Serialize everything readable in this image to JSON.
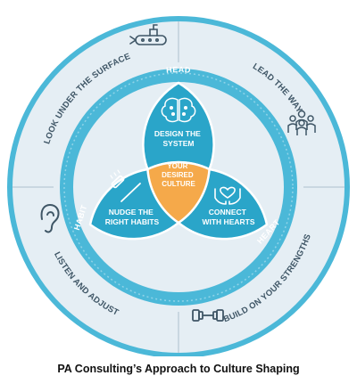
{
  "outer_segments": {
    "top_left": "LOOK UNDER THE SURFACE",
    "top_right": "LEAD THE WAY",
    "bottom_left": "LISTEN AND ADJUST",
    "bottom_right": "BUILD ON YOUR STRENGTHS"
  },
  "ring_labels": {
    "top": "HEAD",
    "left": "HABIT",
    "right": "HEART"
  },
  "petals": {
    "top": [
      "DESIGN THE",
      "SYSTEM"
    ],
    "left": [
      "NUDGE THE",
      "RIGHT HABITS"
    ],
    "right": [
      "CONNECT",
      "WITH HEARTS"
    ]
  },
  "center": [
    "YOUR",
    "DESIRED",
    "CULTURE"
  ],
  "icons": [
    "submarine-icon",
    "team-icon",
    "ear-icon",
    "dumbbell-icon",
    "brain-icon",
    "toothbrush-icon",
    "hands-heart-icon"
  ],
  "colors": {
    "outer_ring": "#e3edf3",
    "blue_ring": "#4bb8d8",
    "petal": "#2aa5c9",
    "center": "#f5a94a",
    "text_dark": "#3f5666"
  },
  "caption": "PA Consulting’s Approach to Culture Shaping"
}
